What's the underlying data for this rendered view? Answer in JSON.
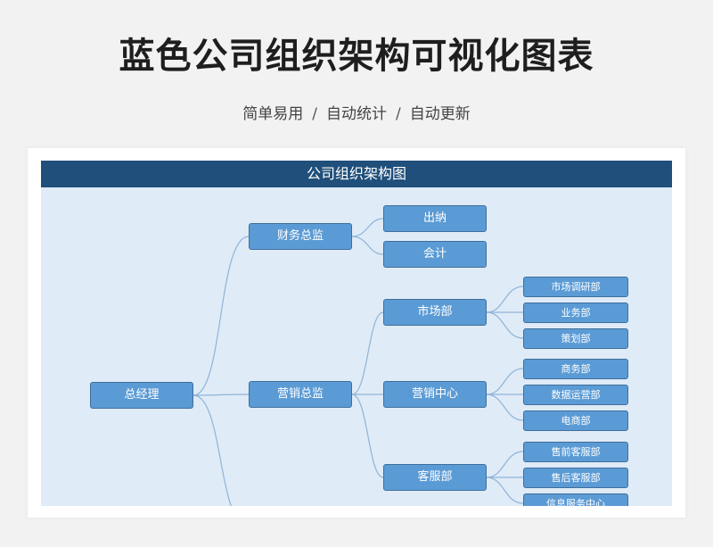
{
  "title": "蓝色公司组织架构可视化图表",
  "subtitle": {
    "parts": [
      "简单易用",
      "自动统计",
      "自动更新"
    ],
    "separator": "/"
  },
  "chart": {
    "header": "公司组织架构图",
    "colors": {
      "header_bg": "#1f4f7a",
      "area_bg": "#dfebf7",
      "node_fill": "#5b9bd5",
      "node_border": "#3f6f9c",
      "connector": "#8fb4d8"
    },
    "root": "总经理",
    "level1": [
      "财务总监",
      "营销总监"
    ],
    "finance": [
      "出纳",
      "会计"
    ],
    "marketing": [
      "市场部",
      "营销中心",
      "客服部"
    ],
    "market_dept": [
      "市场调研部",
      "业务部",
      "策划部"
    ],
    "sales_center": [
      "商务部",
      "数据运营部",
      "电商部"
    ],
    "service_dept": [
      "售前客服部",
      "售后客服部",
      "信息服务中心"
    ]
  }
}
